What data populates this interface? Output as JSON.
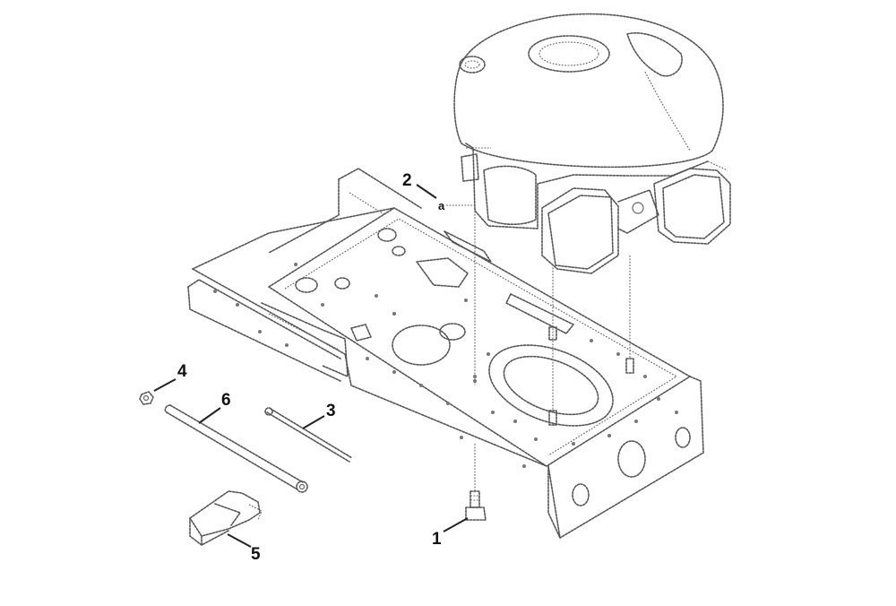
{
  "callouts": [
    {
      "id": "1",
      "text": "1"
    },
    {
      "id": "2",
      "text": "2"
    },
    {
      "id": "3",
      "text": "3"
    },
    {
      "id": "4",
      "text": "4"
    },
    {
      "id": "5",
      "text": "5"
    },
    {
      "id": "6",
      "text": "6"
    }
  ],
  "reference_mark": {
    "text": "a"
  },
  "colors": {
    "line": "#555555",
    "label": "#111111",
    "background": "#ffffff"
  }
}
